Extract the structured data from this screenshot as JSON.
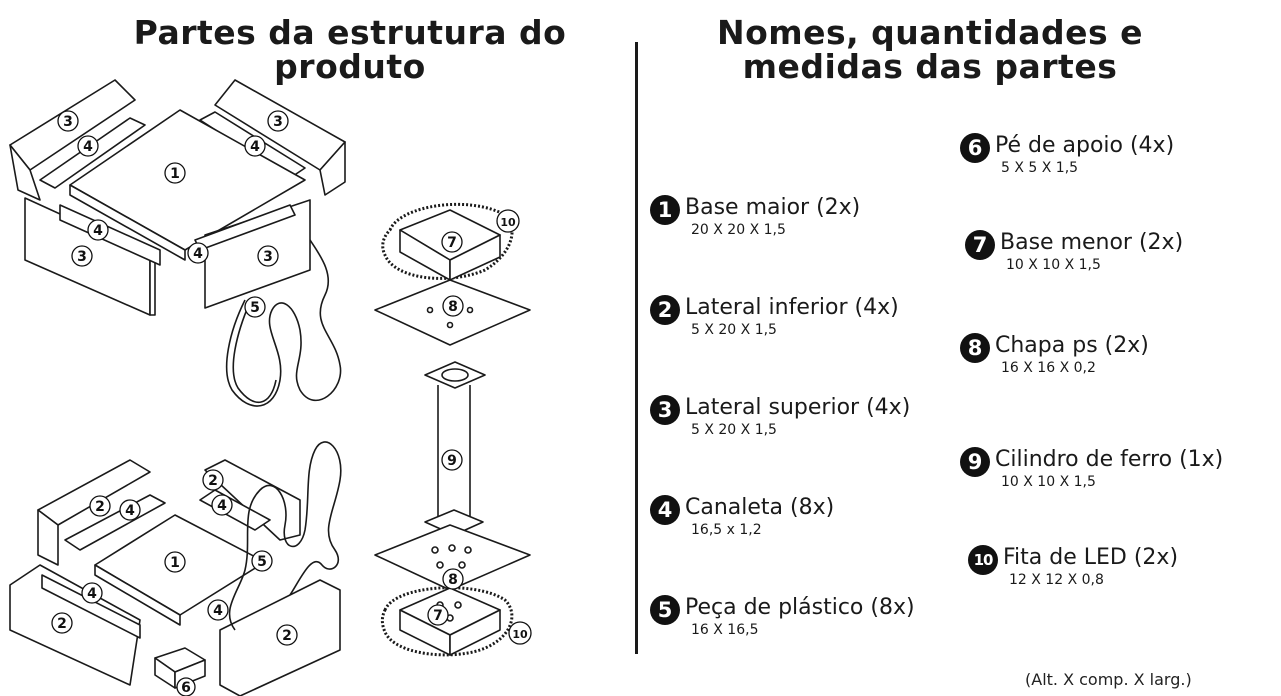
{
  "left_title": "Partes da estrutura do produto",
  "right_title": "Nomes, quantidades e medidas das partes",
  "parts": [
    {
      "number": "1",
      "name": "Base maior (2x)",
      "dims": "20 X 20 X 1,5"
    },
    {
      "number": "2",
      "name": "Lateral inferior (4x)",
      "dims": "5 X 20 X 1,5"
    },
    {
      "number": "3",
      "name": "Lateral superior (4x)",
      "dims": "5 X 20 X 1,5"
    },
    {
      "number": "4",
      "name": "Canaleta (8x)",
      "dims": "16,5 x 1,2"
    },
    {
      "number": "5",
      "name": "Peça de plástico (8x)",
      "dims": "16 X 16,5"
    },
    {
      "number": "6",
      "name": "Pé de apoio (4x)",
      "dims": "5 X 5 X 1,5"
    },
    {
      "number": "7",
      "name": "Base menor (2x)",
      "dims": "10 X 10 X 1,5"
    },
    {
      "number": "8",
      "name": "Chapa ps (2x)",
      "dims": "16 X 16 X 0,2"
    },
    {
      "number": "9",
      "name": "Cilindro de ferro (1x)",
      "dims": "10 X 10 X 1,5"
    },
    {
      "number": "10",
      "name": "Fita de LED (2x)",
      "dims": "12 X 12 X 0,8"
    }
  ],
  "diagram_labels": {
    "n1": "1",
    "n2": "2",
    "n3": "3",
    "n4": "4",
    "n5": "5",
    "n6": "6",
    "n7": "7",
    "n8": "8",
    "n9": "9",
    "n10": "10"
  },
  "footnote": "(Alt. X comp. X larg.)"
}
